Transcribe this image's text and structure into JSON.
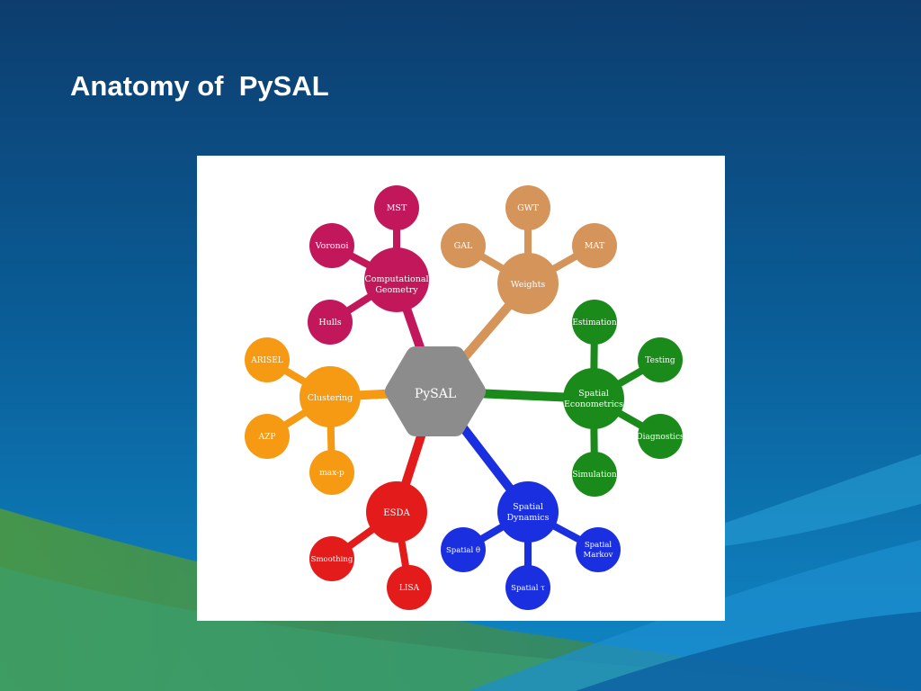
{
  "slide": {
    "title": "Anatomy of  PySAL"
  },
  "colors": {
    "center": "#8c8c8c",
    "computational_geometry": "#c2185b",
    "weights": "#d4945a",
    "spatial_econometrics": "#1a8a1a",
    "clustering": "#f59a12",
    "esda": "#e31b1b",
    "spatial_dynamics": "#1a2fe0"
  },
  "diagram": {
    "center": {
      "label": "PySAL"
    },
    "computational_geometry": {
      "label_lines": [
        "Computational",
        "Geometry"
      ],
      "children": [
        "MST",
        "Voronoi",
        "Hulls"
      ]
    },
    "weights": {
      "label": "Weights",
      "children": [
        "GWT",
        "GAL",
        "MAT"
      ]
    },
    "spatial_econometrics": {
      "label_lines": [
        "Spatial",
        "Econometrics"
      ],
      "children": [
        "Estimation",
        "Testing",
        "Diagnostics",
        "Simulation"
      ]
    },
    "clustering": {
      "label": "Clustering",
      "children": [
        "ARISEL",
        "AZP",
        "max-p"
      ]
    },
    "esda": {
      "label": "ESDA",
      "children": [
        "Smoothing",
        "LISA"
      ]
    },
    "spatial_dynamics": {
      "label_lines": [
        "Spatial",
        "Dynamics"
      ],
      "children": [
        "Spatial θ",
        "Spatial τ"
      ],
      "child_multiline": [
        "Spatial",
        "Markov"
      ]
    }
  }
}
